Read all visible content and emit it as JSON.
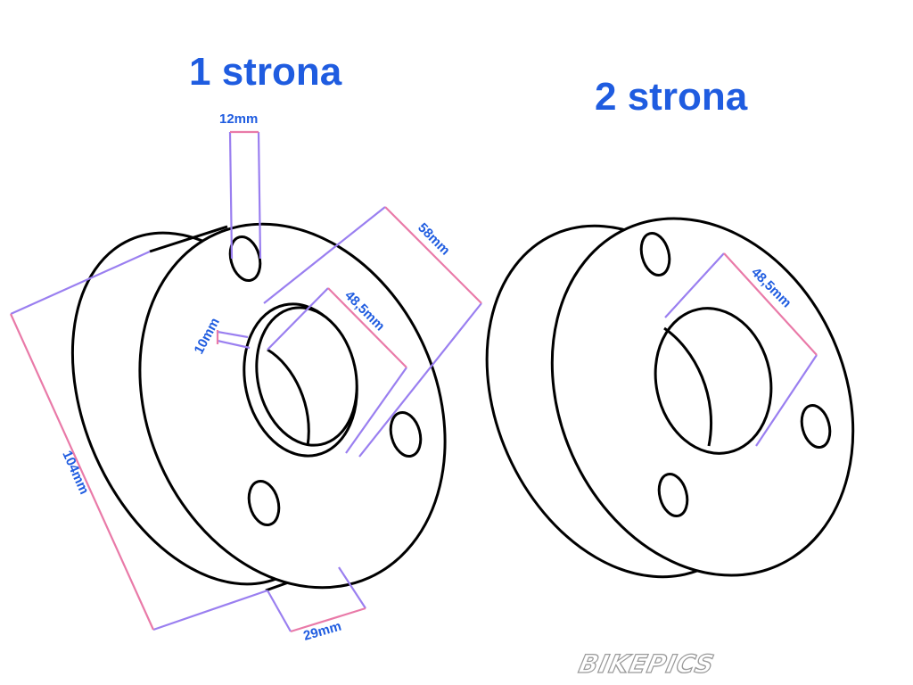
{
  "titles": {
    "side1": "1 strona",
    "side2": "2 strona"
  },
  "dimensions": {
    "hole_diameter": "12mm",
    "outer_ring": "58mm",
    "bore_side1": "48,5mm",
    "lip_height": "10mm",
    "outer_diameter": "104mm",
    "thickness": "29mm",
    "bore_side2": "48,5mm"
  },
  "watermark": "BIKEPICS",
  "colors": {
    "title_text": "#1f5ce0",
    "dimension_text": "#1f5ce0",
    "extension_line": "#9a7ff0",
    "measure_line": "#e97aa8",
    "outline": "#000000"
  }
}
